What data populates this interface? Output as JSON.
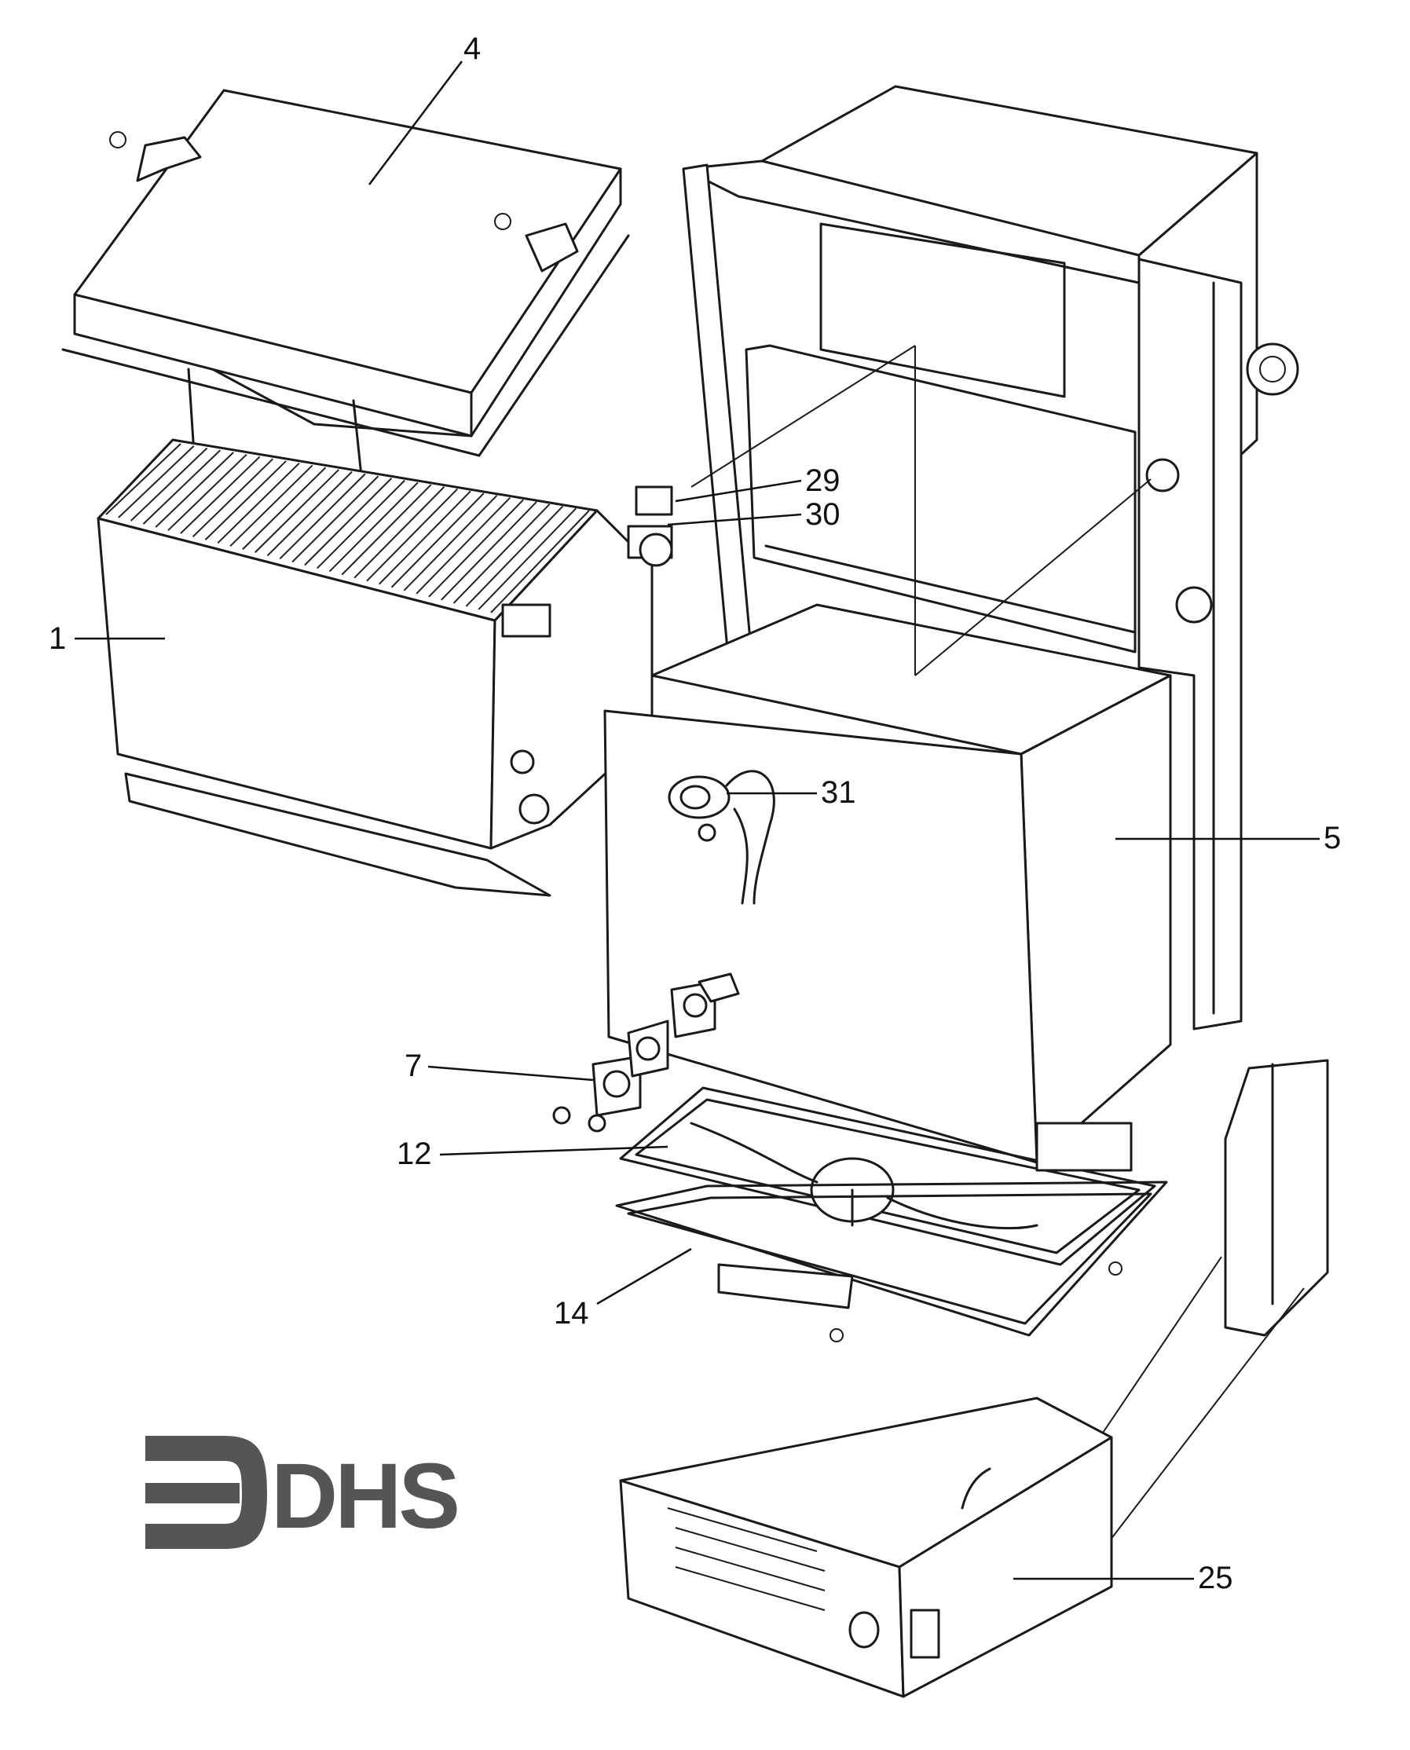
{
  "diagram": {
    "callouts": [
      {
        "id": "c1",
        "label": "1"
      },
      {
        "id": "c4",
        "label": "4"
      },
      {
        "id": "c5",
        "label": "5"
      },
      {
        "id": "c7",
        "label": "7"
      },
      {
        "id": "c12",
        "label": "12"
      },
      {
        "id": "c14",
        "label": "14"
      },
      {
        "id": "c25",
        "label": "25"
      },
      {
        "id": "c29",
        "label": "29"
      },
      {
        "id": "c30",
        "label": "30"
      },
      {
        "id": "c31",
        "label": "31"
      }
    ]
  },
  "logo": {
    "text": "DHS",
    "color": "#555555"
  },
  "colors": {
    "line": "#1a1a1a",
    "background": "#ffffff"
  }
}
